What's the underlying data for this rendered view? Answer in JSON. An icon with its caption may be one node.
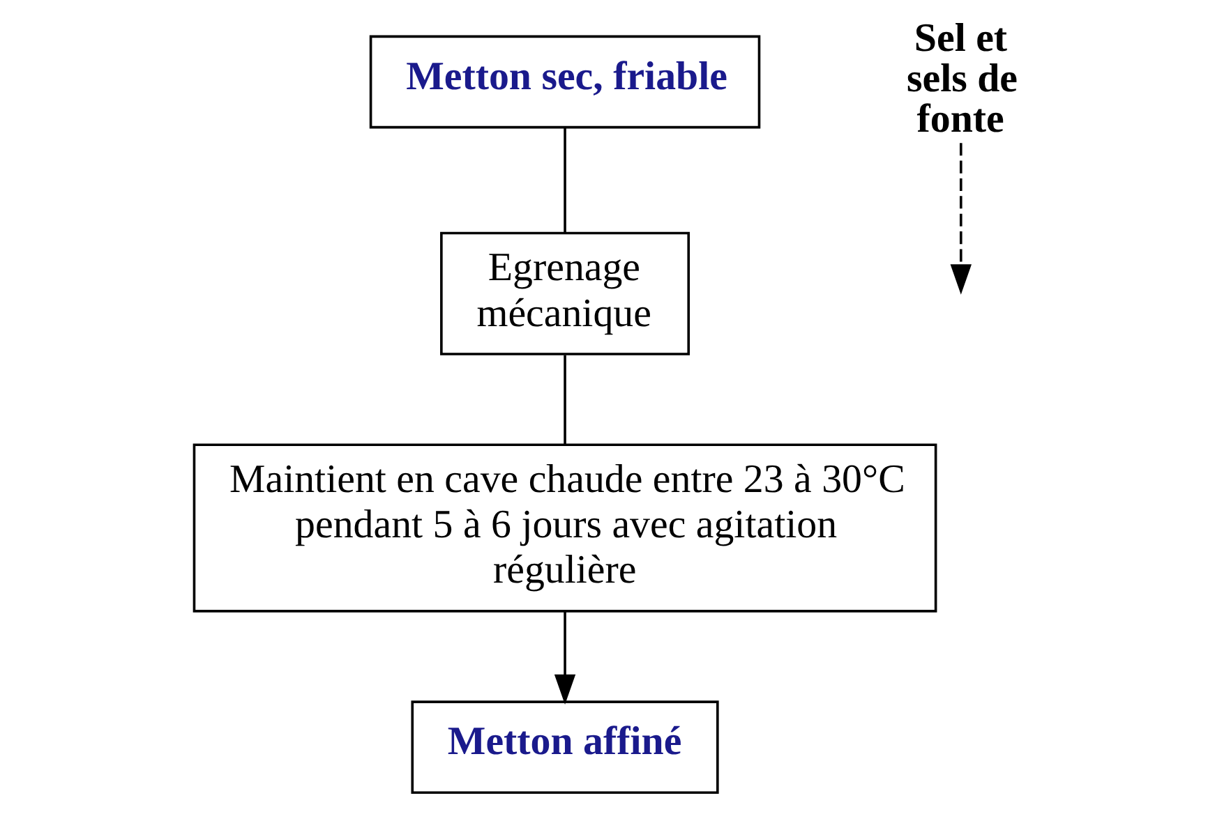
{
  "diagram": {
    "nodes": [
      {
        "text": [
          "Metton sec, friable"
        ]
      },
      {
        "text": [
          "Egrenage mécanique"
        ]
      },
      {
        "text": [
          "Maintient en cave chaude entre 23 à 30°C pendant 5 à 6 jours avec agitation régulière"
        ]
      },
      {
        "text": [
          "Metton affiné"
        ]
      },
      {
        "text": [
          "Sel et sels de fonte"
        ]
      }
    ],
    "edges": [
      {
        "from": 0,
        "to": 1,
        "arrow": "none"
      },
      {
        "from": 1,
        "to": 2,
        "arrow": "none"
      },
      {
        "from": 2,
        "to": 3,
        "arrow": "to"
      },
      {
        "from": 4,
        "to": null,
        "arrow": "to",
        "style": "dashed"
      }
    ]
  }
}
